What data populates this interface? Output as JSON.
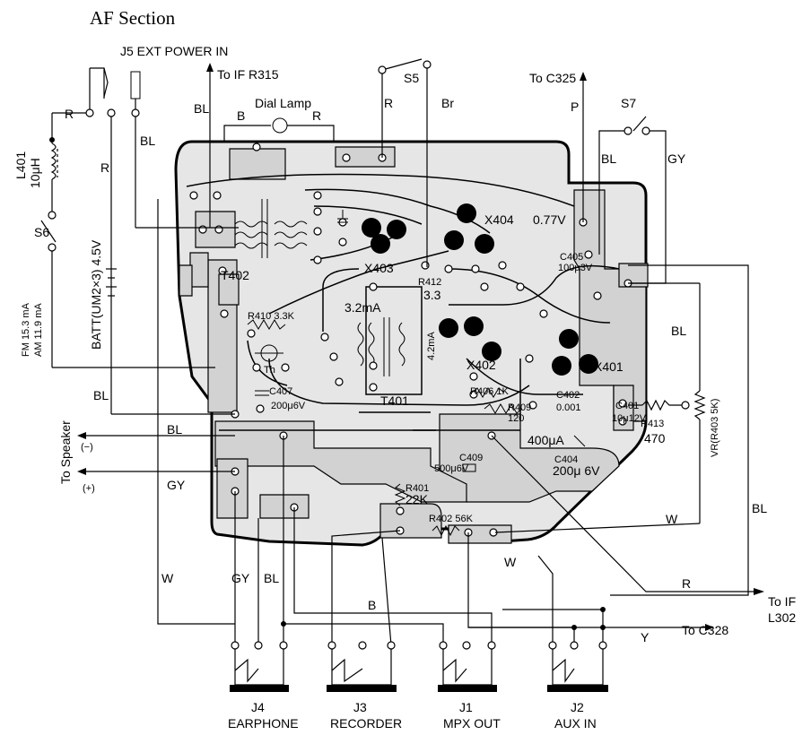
{
  "title": "AF Section",
  "labels": {
    "ext_power": "J5 EXT POWER IN",
    "to_if_r315": "To IF R315",
    "dial_lamp": "Dial Lamp",
    "s5": "S5",
    "to_c325": "To C325",
    "s7": "S7",
    "s6": "S6",
    "l401": "L401",
    "l401_val": "10μH",
    "batt": "BATT(UM2×3) 4.5V",
    "fm_current": "FM 15.3 mA",
    "am_current": "AM 11.9 mA",
    "to_speaker": "To Speaker",
    "minus": "(−)",
    "plus": "(+)",
    "t402": "T402",
    "t401": "T401",
    "x401": "X401",
    "x402": "X402",
    "x403": "X403",
    "x404": "X404",
    "r410": "R410 3.3K",
    "th": "Th",
    "c407": "C407",
    "c407_val": "200μ6V",
    "current_32": "3.2mA",
    "current_42": "4.2mA",
    "voltage_077": "0.77V",
    "c402": "C402",
    "c402_val": "0.001",
    "c401": "C401",
    "c401_val": "10μ12V",
    "r413": "R413",
    "r413_val": "470",
    "vr": "VR(R403 5K)",
    "r409": "R409",
    "r409_val": "120",
    "current_400": "400μA",
    "c409": "C409",
    "c409_val": "500μ6V",
    "c404": "C404",
    "c404_val": "200μ 6V",
    "r401": "R401",
    "r401_val": "22K",
    "r402": "R402 56K",
    "r406": "R406 1K",
    "c405": "C405",
    "c405_val": "100μ3V",
    "r412": "R412",
    "r412_val": "3.3",
    "to_if_l302": "To IF",
    "to_if_l302_b": "L302",
    "to_c328": "To C328",
    "j4": "J4",
    "j4_name": "EARPHONE",
    "j3": "J3",
    "j3_name": "RECORDER",
    "j1": "J1",
    "j1_name": "MPX OUT",
    "j2": "J2",
    "j2_name": "AUX IN"
  },
  "wire_colors": {
    "r": "R",
    "b": "B",
    "bl": "BL",
    "br": "Br",
    "p": "P",
    "gy": "GY",
    "w": "W",
    "y": "Y"
  }
}
